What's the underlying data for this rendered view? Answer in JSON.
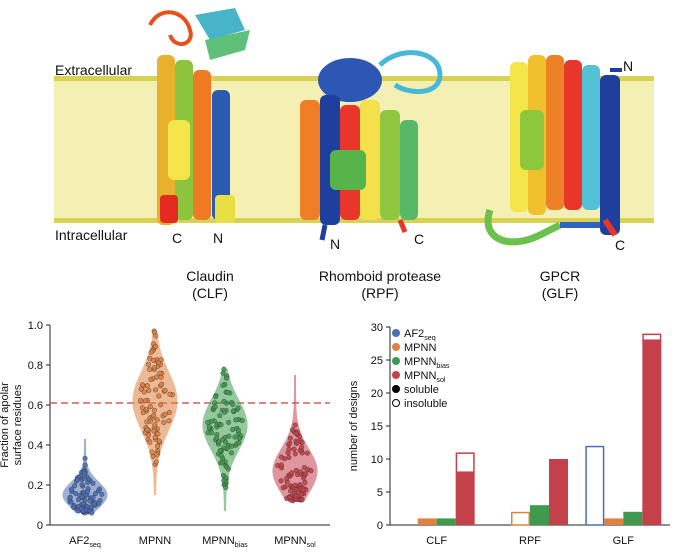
{
  "membrane": {
    "extracellular": "Extracellular",
    "intracellular": "Intracellular",
    "colors": {
      "band": "#f3efb0",
      "edge": "#d9d24a"
    }
  },
  "proteins": [
    {
      "name": "Claudin",
      "abbr": "(CLF)",
      "termini": [
        "C",
        "N"
      ]
    },
    {
      "name": "Rhomboid protease",
      "abbr": "(RPF)",
      "termini": [
        "N",
        "C"
      ]
    },
    {
      "name": "GPCR",
      "abbr": "(GLF)",
      "termini": [
        "N",
        "C"
      ]
    }
  ],
  "chart_data": [
    {
      "type": "violin",
      "ylabel_lines": [
        "Fraction of apolar",
        "surface residues"
      ],
      "ylim": [
        0,
        1.0
      ],
      "yticks": [
        "0",
        "0.2",
        "0.4",
        "0.6",
        "0.8",
        "1.0"
      ],
      "reference_line": 0.61,
      "groups": [
        {
          "label": "AF2",
          "sub": "seq",
          "color": "#4a6fb5",
          "median": 0.15,
          "range": [
            0.06,
            0.43
          ]
        },
        {
          "label": "MPNN",
          "sub": "",
          "color": "#e0813f",
          "median": 0.62,
          "range": [
            0.15,
            0.97
          ]
        },
        {
          "label": "MPNN",
          "sub": "bias",
          "color": "#3f9a4e",
          "median": 0.5,
          "range": [
            0.07,
            0.78
          ]
        },
        {
          "label": "MPNN",
          "sub": "sol",
          "color": "#c4404a",
          "median": 0.27,
          "range": [
            0.12,
            0.75
          ]
        }
      ]
    },
    {
      "type": "bar",
      "ylabel": "number of designs",
      "ylim": [
        0,
        30
      ],
      "yticks": [
        "0",
        "5",
        "10",
        "15",
        "20",
        "25",
        "30"
      ],
      "categories": [
        "CLF",
        "RPF",
        "GLF"
      ],
      "series": [
        {
          "name": "AF2",
          "sub": "seq",
          "color": "#4a6fb5",
          "soluble": [
            0,
            0,
            0
          ],
          "total": [
            0,
            0,
            12
          ]
        },
        {
          "name": "MPNN",
          "sub": "",
          "color": "#e0813f",
          "soluble": [
            1,
            0,
            1
          ],
          "total": [
            1,
            2,
            1
          ]
        },
        {
          "name": "MPNN",
          "sub": "bias",
          "color": "#3f9a4e",
          "soluble": [
            1,
            3,
            2
          ],
          "total": [
            1,
            3,
            2
          ]
        },
        {
          "name": "MPNN",
          "sub": "sol",
          "color": "#c4404a",
          "soluble": [
            8,
            10,
            28
          ],
          "total": [
            11,
            10,
            29
          ]
        }
      ],
      "legend_extra": [
        "soluble",
        "insoluble"
      ]
    }
  ]
}
